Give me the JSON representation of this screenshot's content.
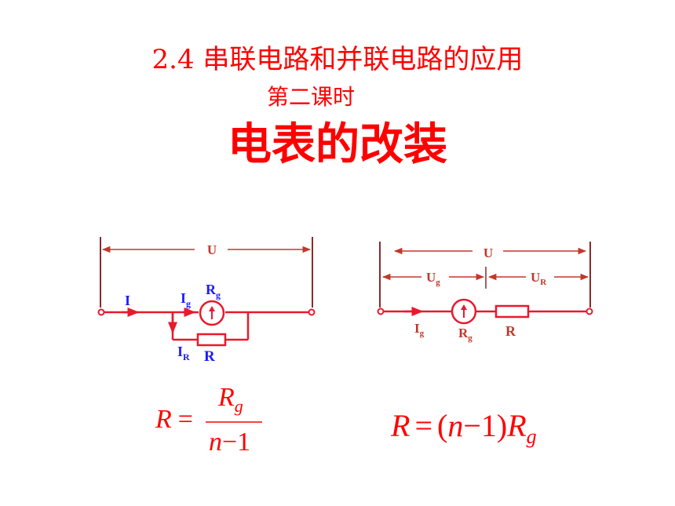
{
  "title": {
    "line1": "2.4 串联电路和并联电路的应用",
    "line2": "第二课时",
    "line3": "电表的改装"
  },
  "left_circuit": {
    "U": "U",
    "I": "I",
    "Ig_main": "I",
    "Ig_sub": "g",
    "Rg_main": "R",
    "Rg_sub": "g",
    "IR_main": "I",
    "IR_sub": "R",
    "R": "R"
  },
  "right_circuit": {
    "U": "U",
    "Ug_main": "U",
    "Ug_sub": "g",
    "UR_main": "U",
    "UR_sub": "R",
    "Ig_main": "I",
    "Ig_sub": "g",
    "Rg_main": "R",
    "Rg_sub": "g",
    "R": "R"
  },
  "formula_left": {
    "lhs": "R",
    "eq": "=",
    "num_main": "R",
    "num_sub": "g",
    "den_n": "n",
    "den_rest": "−1"
  },
  "formula_right": {
    "lhs": "R",
    "eq": "=",
    "open": "(",
    "n": "n",
    "minus_one": "−1",
    "close": ")",
    "R": "R",
    "sub": "g"
  },
  "colors": {
    "wire": "#e8192c",
    "label_blue": "#1a1aff",
    "label_red": "#e8192c",
    "text_red": "#ff0000",
    "dim_line": "#c0392b"
  }
}
